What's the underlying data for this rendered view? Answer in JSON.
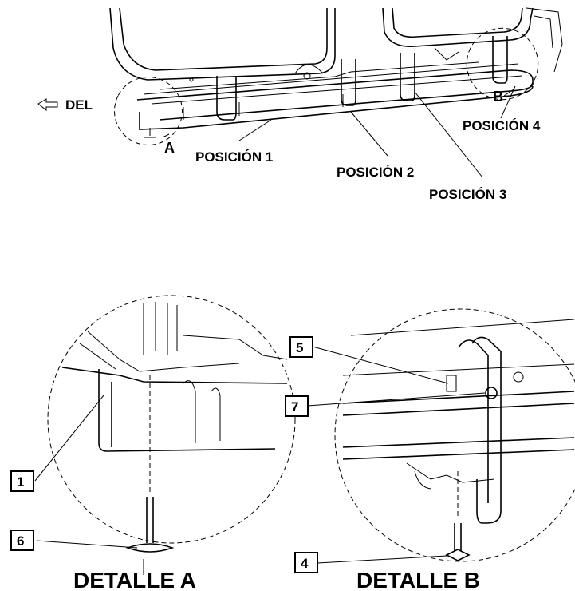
{
  "arrow": {
    "icon": "left-arrow-icon",
    "label": "DEL"
  },
  "top_callouts": {
    "a": "A",
    "b": "B",
    "pos1": "POSICIÓN 1",
    "pos2": "POSICIÓN 2",
    "pos3": "POSICIÓN 3",
    "pos4": "POSICIÓN 4"
  },
  "detail_a": {
    "title": "DETALLE A",
    "callouts": [
      "1",
      "6"
    ]
  },
  "detail_b": {
    "title": "DETALLE B",
    "callouts": [
      "5",
      "7",
      "4"
    ]
  }
}
